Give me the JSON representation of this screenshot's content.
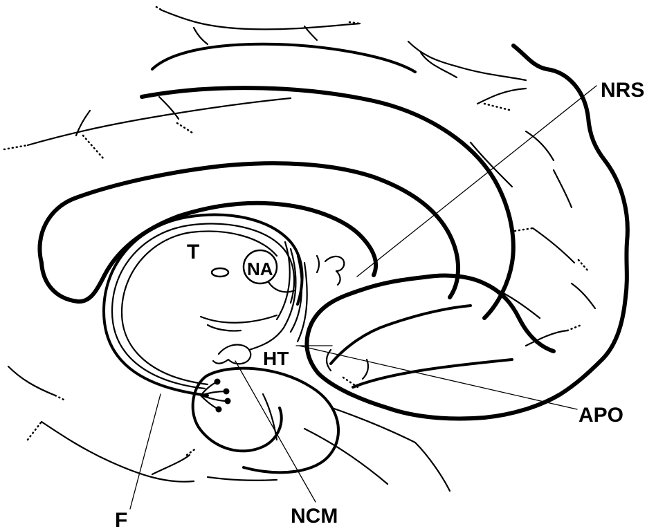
{
  "labels": {
    "nrs": "NRS",
    "t": "T",
    "na": "NA",
    "ht": "HT",
    "apo": "APO",
    "f": "F",
    "ncm": "NCM"
  },
  "colors": {
    "ink": "#000000",
    "paper": "#ffffff"
  }
}
